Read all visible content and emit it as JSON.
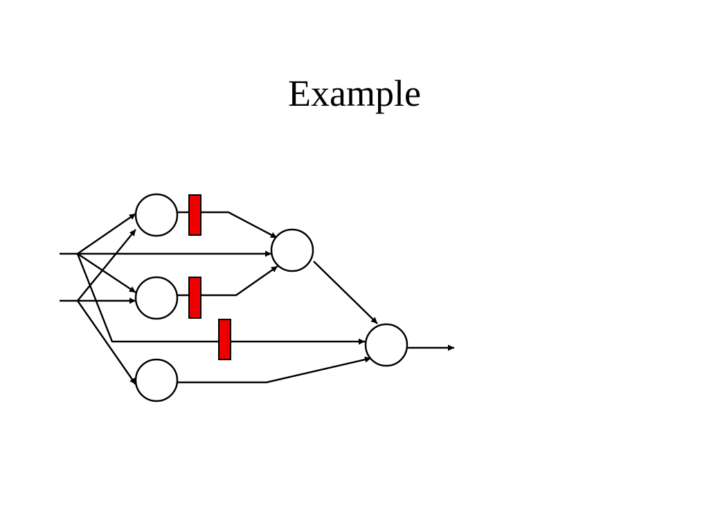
{
  "slide": {
    "title": "Example"
  },
  "colors": {
    "background": "#ffffff",
    "stroke": "#000000",
    "delay": "#ee0000"
  },
  "diagram": {
    "nodes": [
      {
        "id": "n1"
      },
      {
        "id": "n2"
      },
      {
        "id": "n3"
      },
      {
        "id": "n4"
      },
      {
        "id": "n5"
      }
    ],
    "inputs": [
      {
        "id": "in-top"
      },
      {
        "id": "in-bottom"
      }
    ],
    "delays": [
      {
        "on": "n1-to-n4"
      },
      {
        "on": "n2-to-n4"
      },
      {
        "on": "in-to-n5"
      }
    ]
  }
}
